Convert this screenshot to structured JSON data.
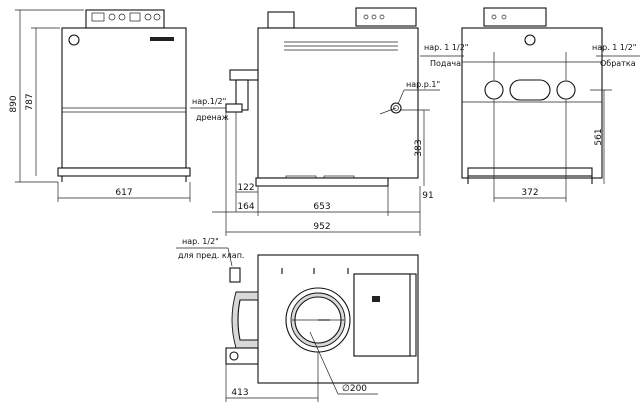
{
  "dimensions": {
    "front_total_height": "890",
    "front_body_height": "787",
    "front_width": "617",
    "side_drain_offset": "122",
    "side_164": "164",
    "side_653": "653",
    "side_91": "91",
    "side_total": "952",
    "side_383": "383",
    "rear_width": "372",
    "rear_height": "561",
    "top_413": "413",
    "top_diameter": "∅200"
  },
  "labels": {
    "supply_size": "нар. 1 1/2\"",
    "supply_name": "Подача",
    "return_size": "нар. 1 1/2\"",
    "return_name": "Обратка",
    "drain_size": "нар.1/2\"",
    "drain_name": "дренаж",
    "gas_size": "нар.р.1\"",
    "valve_size": "нар. 1/2\"",
    "valve_name": "для пред. клап."
  }
}
